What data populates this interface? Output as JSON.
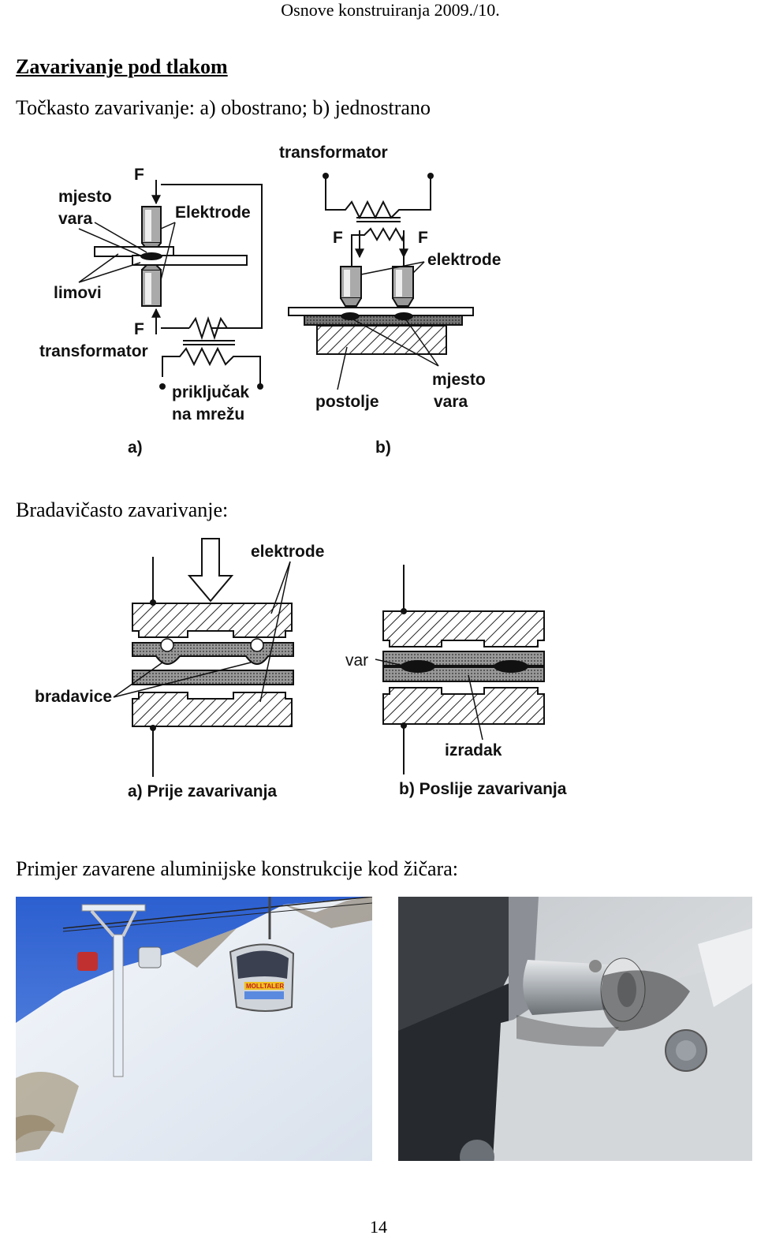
{
  "header": "Osnove konstruiranja 2009./10.",
  "section1": {
    "title": "Zavarivanje pod tlakom",
    "subtitle": "Točkasto zavarivanje: a) obostrano; b) jednostrano"
  },
  "fig1": {
    "a": {
      "force_top": "F",
      "force_bottom": "F",
      "weld_spot": [
        "mjesto",
        "vara"
      ],
      "electrodes": "Elektrode",
      "sheets": "limovi",
      "transformer": "transformator",
      "mains": [
        "priključak",
        "na mrežu"
      ],
      "caption": "a)"
    },
    "b": {
      "transformer": "transformator",
      "force_left": "F",
      "force_right": "F",
      "electrodes": "elektrode",
      "base": "postolje",
      "weld_spot": [
        "mjesto",
        "vara"
      ],
      "caption": "b)"
    }
  },
  "section2": {
    "title": "Bradavičasto zavarivanje:"
  },
  "fig2": {
    "electrodes": "elektrode",
    "bumps": "bradavice",
    "weld": "var",
    "workpiece": "izradak",
    "caption_a": "a) Prije zavarivanja",
    "caption_b": "b) Poslije zavarivanja"
  },
  "section3": {
    "title": "Primjer zavarene aluminijske konstrukcije kod žičara:"
  },
  "photos": {
    "left": {
      "sign": "MOLLTALER"
    }
  },
  "page_number": "14",
  "colors": {
    "sky": "#3d6fd6",
    "snow": "#eef2f8",
    "metal": "#b9bfc4"
  }
}
